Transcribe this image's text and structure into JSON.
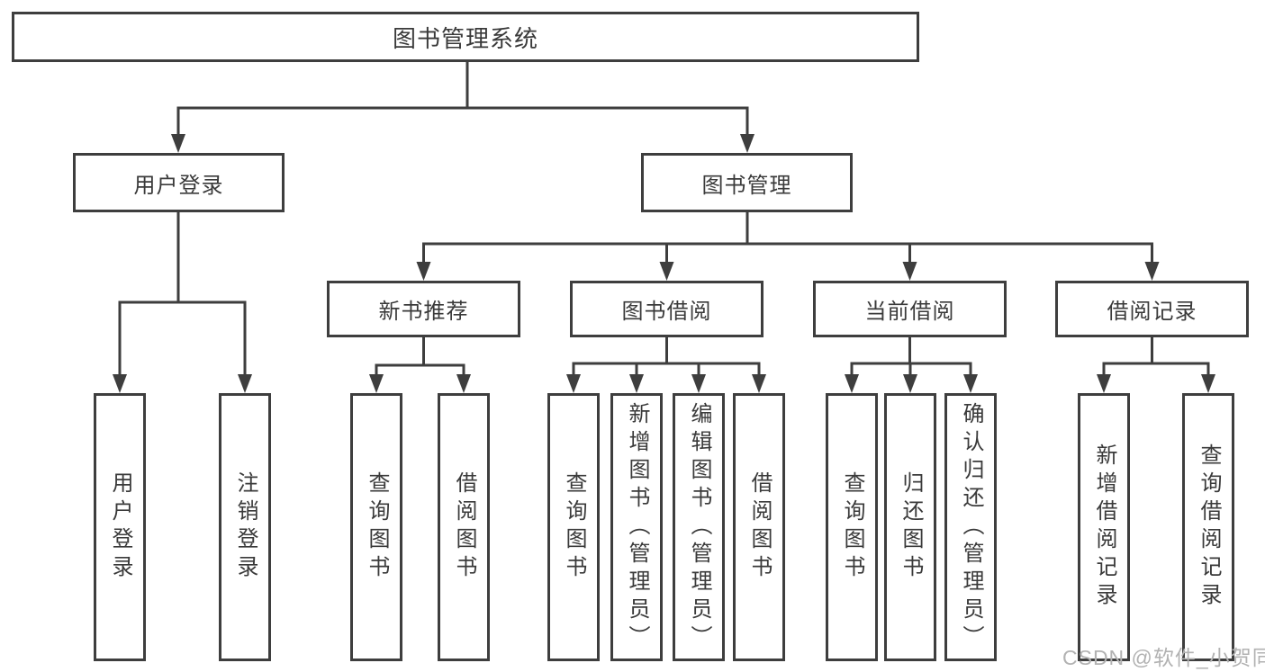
{
  "tree": {
    "root": {
      "label": "图书管理系统"
    },
    "children": [
      {
        "label": "用户登录",
        "children": [
          {
            "label": "用户登录"
          },
          {
            "label": "注销登录"
          }
        ]
      },
      {
        "label": "图书管理",
        "children": [
          {
            "label": "新书推荐",
            "children": [
              {
                "label": "查询图书"
              },
              {
                "label": "借阅图书"
              }
            ]
          },
          {
            "label": "图书借阅",
            "children": [
              {
                "label": "查询图书"
              },
              {
                "label": "新增图书（管理员）"
              },
              {
                "label": "编辑图书（管理员）"
              },
              {
                "label": "借阅图书"
              }
            ]
          },
          {
            "label": "当前借阅",
            "children": [
              {
                "label": "查询图书"
              },
              {
                "label": "归还图书"
              },
              {
                "label": "确认归还（管理员）"
              }
            ]
          },
          {
            "label": "借阅记录",
            "children": [
              {
                "label": "新增借阅记录"
              },
              {
                "label": "查询借阅记录"
              }
            ]
          }
        ]
      }
    ]
  },
  "watermark": {
    "text": "CSDN @软件_小贺同学"
  },
  "colors": {
    "line": "#3e3e3e",
    "text": "#3a3a3a",
    "watermark": "#b2b2b2",
    "background": "#ffffff"
  }
}
